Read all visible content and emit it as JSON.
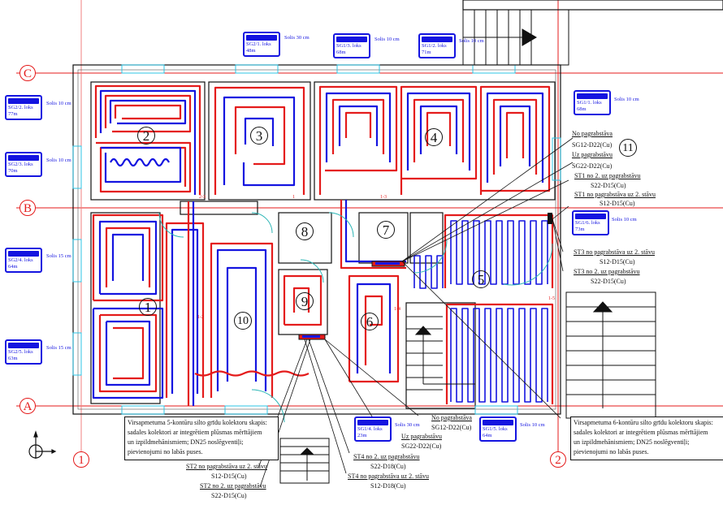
{
  "drawing": {
    "type": "underfloor heating layout plan",
    "axes": {
      "rows": [
        "C",
        "B",
        "A"
      ],
      "columns": [
        "1",
        "2"
      ]
    },
    "rooms": [
      "1",
      "2",
      "3",
      "4",
      "5",
      "6",
      "7",
      "8",
      "9",
      "10",
      "11"
    ],
    "loop_tags": [
      {
        "id": "sg2-2",
        "brand": "uponor",
        "loop": "SG2/2. loks",
        "length": "77m",
        "spacing": "Solis 10 cm"
      },
      {
        "id": "sg2-3",
        "brand": "uponor",
        "loop": "SG2/3. loks",
        "length": "70m",
        "spacing": "Solis 10 cm"
      },
      {
        "id": "sg2-4",
        "brand": "uponor",
        "loop": "SG2/4. loks",
        "length": "64m",
        "spacing": "Solis 15 cm"
      },
      {
        "id": "sg2-5",
        "brand": "uponor",
        "loop": "SG2/5. loks",
        "length": "63m",
        "spacing": "Solis 15 cm"
      },
      {
        "id": "sg2-1",
        "brand": "uponor",
        "loop": "SG2/1. loks",
        "length": "48m",
        "spacing": "Solis 30 cm"
      },
      {
        "id": "sg1-3",
        "brand": "uponor",
        "loop": "SG1/3. loks",
        "length": "68m",
        "spacing": "Solis 10 cm"
      },
      {
        "id": "sg1-2",
        "brand": "uponor",
        "loop": "SG1/2. loks",
        "length": "71m",
        "spacing": "Solis 10 cm"
      },
      {
        "id": "sg1-1",
        "brand": "uponor",
        "loop": "SG1/1. loks",
        "length": "68m",
        "spacing": "Solis 10 cm"
      },
      {
        "id": "sg1-6",
        "brand": "uponor",
        "loop": "SG1/6. loks",
        "length": "73m",
        "spacing": "Solis 10 cm"
      },
      {
        "id": "sg1-4",
        "brand": "uponor",
        "loop": "SG1/4. loks",
        "length": "23m",
        "spacing": "Solis 30 cm"
      },
      {
        "id": "sg1-5",
        "brand": "uponor",
        "loop": "SG1/5. loks",
        "length": "64m",
        "spacing": "Solis 10 cm"
      }
    ],
    "collector_loop_marks": [
      "2-3",
      "1",
      "1-3",
      "1-2",
      "1-4",
      "1-5"
    ],
    "pipe_labels": {
      "right_top": [
        {
          "line1": "No pagrabstāva",
          "line2": "SG12-D22(Cu)"
        },
        {
          "line1": "Uz pagrabstāvu",
          "line2": "SG22-D22(Cu)"
        },
        {
          "line1": "ST1 no 2. uz pagrabstāvu",
          "line2": "S22-D15(Cu)"
        },
        {
          "line1": "ST1 no pagrabstāva uz 2. stāvu",
          "line2": "S12-D15(Cu)"
        }
      ],
      "right_mid": [
        {
          "line1": "ST3 no pagrabstāva uz 2. stāvu",
          "line2": "S12-D15(Cu)"
        },
        {
          "line1": "ST3 no 2. uz pagrabstāvu",
          "line2": "S22-D15(Cu)"
        }
      ],
      "bottom_center": [
        {
          "line1": "No pagrabstāva",
          "line2": "SG12-D22(Cu)"
        },
        {
          "line1": "Uz pagrabstāvu",
          "line2": "SG22-D22(Cu)"
        },
        {
          "line1": "ST4 no 2. uz pagrabstāvu",
          "line2": "S22-D18(Cu)"
        },
        {
          "line1": "ST4 no pagrabstāva uz 2. stāvu",
          "line2": "S12-D18(Cu)"
        }
      ],
      "bottom_left": [
        {
          "line1": "ST2 no pagrabstāva uz 2. stāvu",
          "line2": "S12-D15(Cu)"
        },
        {
          "line1": "ST2 no 2. uz pagrabstāvu",
          "line2": "S22-D15(Cu)"
        }
      ]
    },
    "notes": {
      "collector5": [
        "Virsapmetuma 5-kontūru silto grīdu kolektoru skapis:",
        "sadales kolektori ar integrētiem plūsmas mērītājiem",
        "un izpildmehānismiem; DN25 noslēgventiļi;",
        "pievienojumi no labās puses."
      ],
      "collector6": [
        "Virsapmetuma 6-kontūru silto grīdu kolektoru skapis:",
        "sadales kolektori ar integrētiem plūsmas mērītājiem",
        "un izpildmehānismiem; DN25 noslēgventiļi;",
        "pievienojumi no labās puses."
      ]
    },
    "colors": {
      "supply_pipe": "#e41b1b",
      "return_pipe": "#1414e0",
      "axis_line": "#e41b1b",
      "window": "#2ec4e6",
      "wall": "#111111",
      "connection": "#2bb5b5"
    }
  }
}
